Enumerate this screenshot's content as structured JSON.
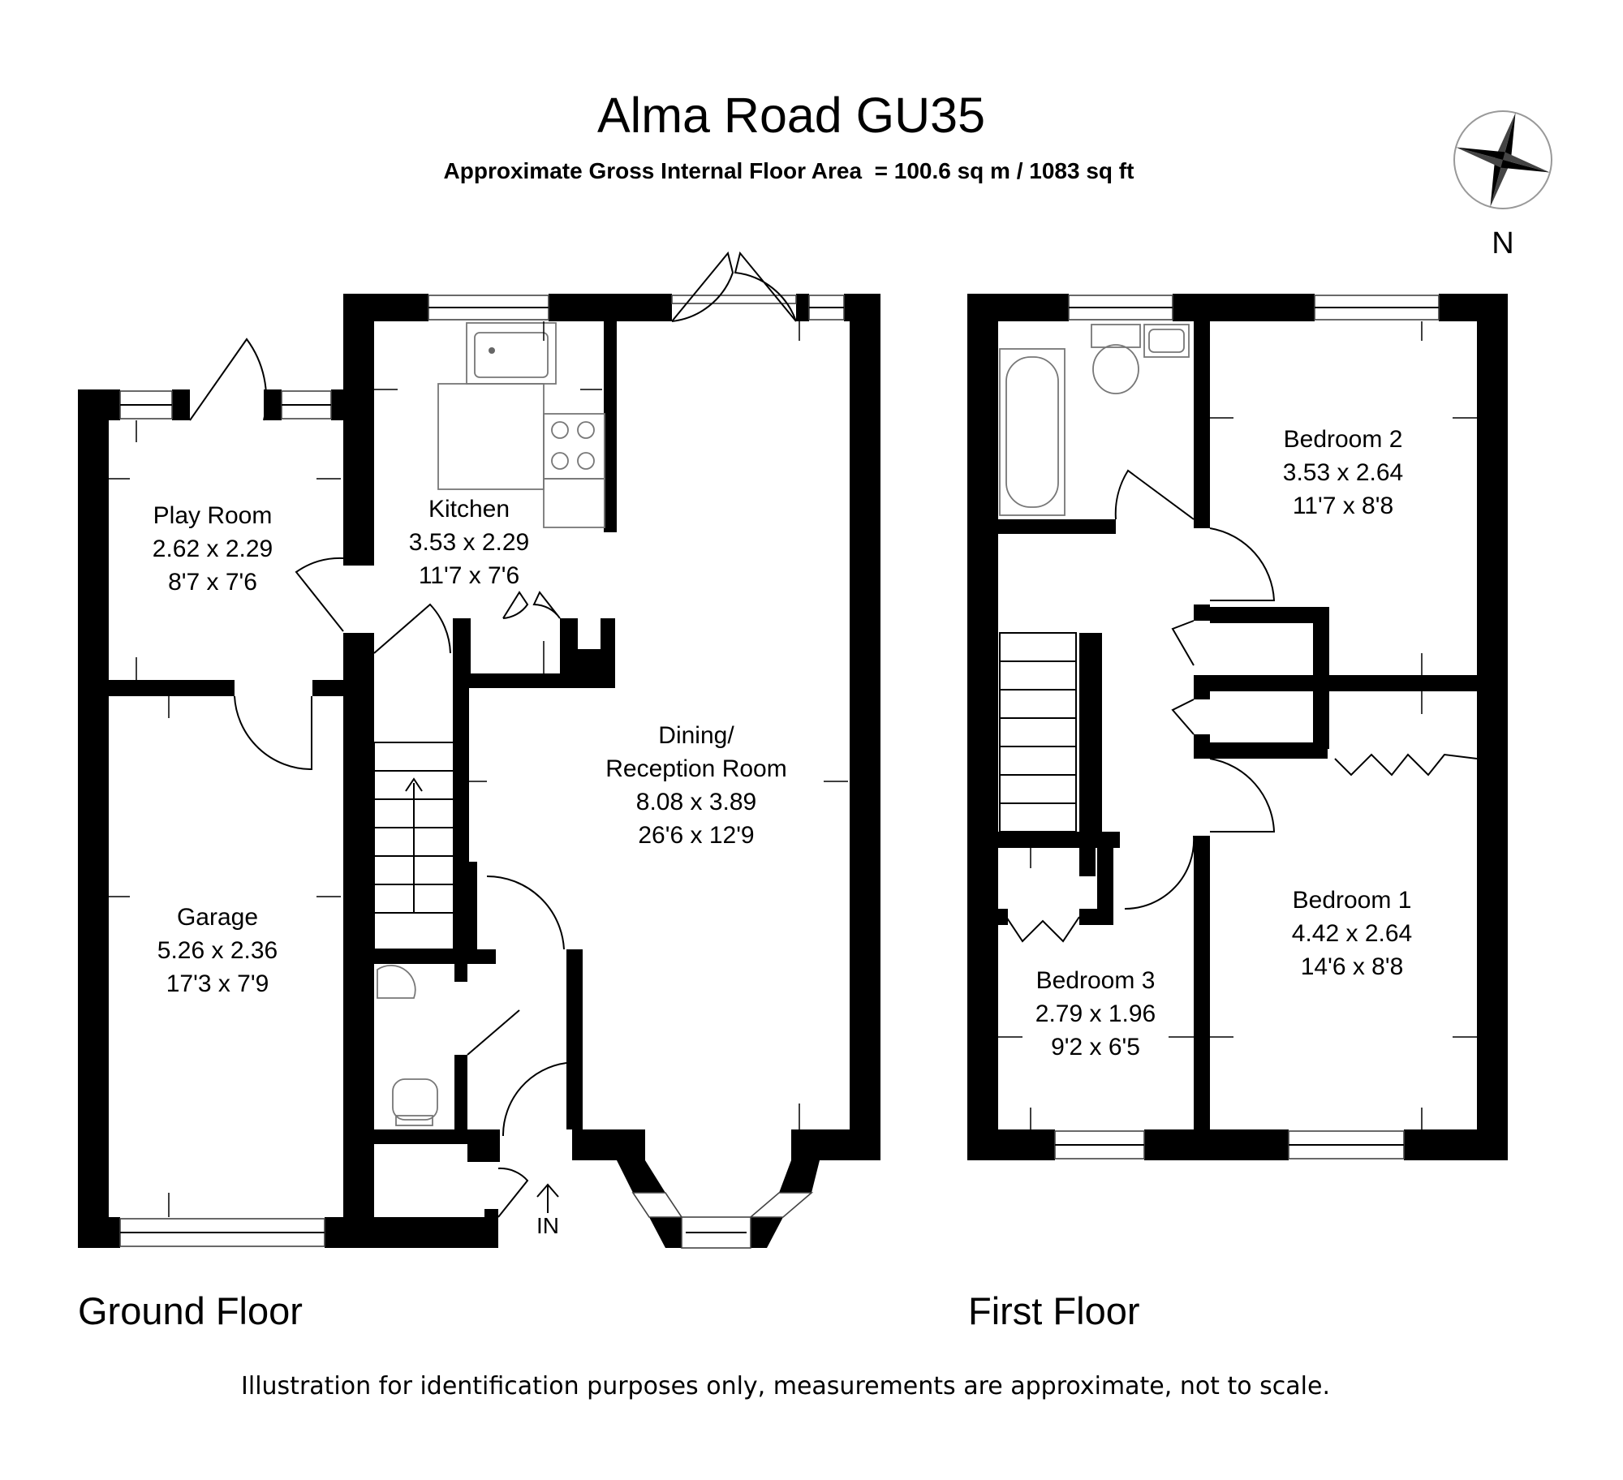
{
  "header": {
    "title": "Alma Road GU35",
    "subtitle": "Approximate Gross Internal Floor Area  = 100.6 sq m / 1083 sq ft"
  },
  "compass": {
    "label": "N"
  },
  "ground_floor": {
    "label": "Ground Floor",
    "entrance_label": "IN",
    "play_room": {
      "name": "Play Room",
      "metric": "2.62 x 2.29",
      "imperial": "8'7 x 7'6"
    },
    "kitchen": {
      "name": "Kitchen",
      "metric": "3.53 x 2.29",
      "imperial": "11'7 x 7'6"
    },
    "dining": {
      "name_line1": "Dining/",
      "name_line2": "Reception Room",
      "metric": "8.08 x 3.89",
      "imperial": "26'6 x 12'9"
    },
    "garage": {
      "name": "Garage",
      "metric": "5.26 x 2.36",
      "imperial": "17'3 x 7'9"
    }
  },
  "first_floor": {
    "label": "First Floor",
    "bedroom2": {
      "name": "Bedroom 2",
      "metric": "3.53 x 2.64",
      "imperial": "11'7 x 8'8"
    },
    "bedroom1": {
      "name": "Bedroom 1",
      "metric": "4.42 x 2.64",
      "imperial": "14'6 x 8'8"
    },
    "bedroom3": {
      "name": "Bedroom 3",
      "metric": "2.79 x 1.96",
      "imperial": "9'2 x 6'5"
    }
  },
  "footer": {
    "disclaimer": "Illustration for identification purposes only, measurements are approximate, not to scale."
  }
}
